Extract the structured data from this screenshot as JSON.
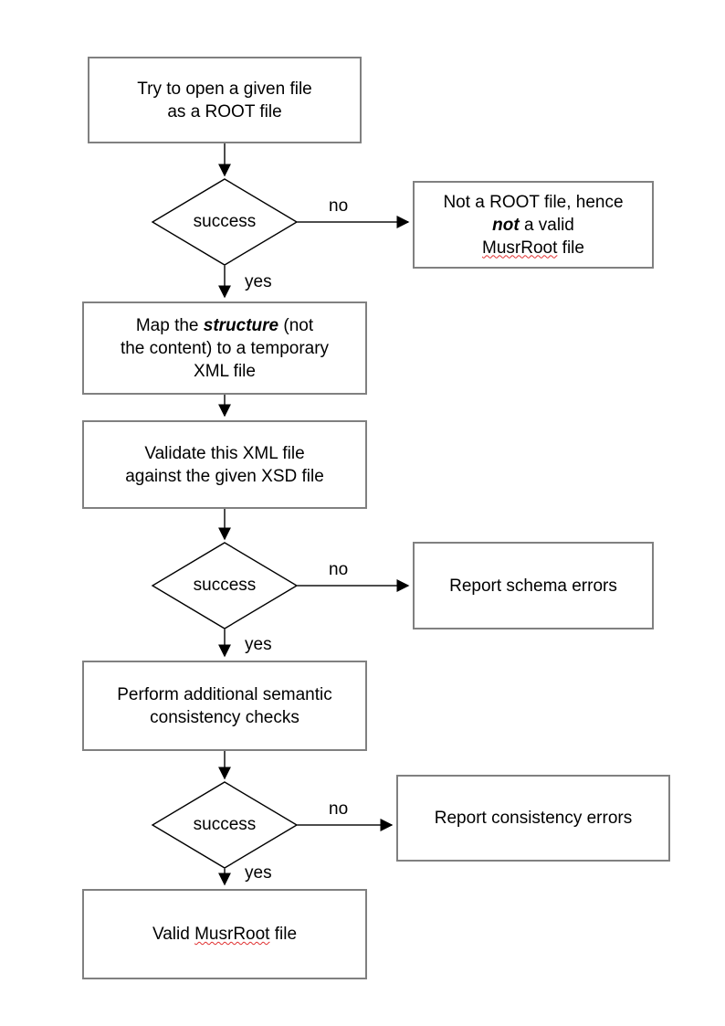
{
  "diagram": {
    "title": "ROOT / MusrRoot file validation flowchart",
    "type": "flowchart",
    "background_color": "#ffffff",
    "box_border_color": "#808080",
    "connector_color": "#4d4d4d",
    "decision_border_color": "#000000",
    "text_color": "#000000",
    "spellcheck_underline_color": "#e03030"
  },
  "nodes": {
    "open_file": {
      "shape": "process",
      "line1": "Try to open a given file",
      "line2": "as a ROOT file"
    },
    "decision_open": {
      "shape": "decision",
      "label": "success"
    },
    "not_root": {
      "shape": "process",
      "line1": "Not a ROOT file, hence",
      "line2_emph": "not",
      "line2_rest": " a valid",
      "line3_misspelled": "MusrRoot",
      "line3_rest": " file"
    },
    "map_structure": {
      "shape": "process",
      "line1_a": "Map the ",
      "line1_emph": "structure",
      "line1_b": " (not",
      "line2": "the content) to a temporary",
      "line3": "XML file"
    },
    "validate_xml": {
      "shape": "process",
      "line1": "Validate this XML file",
      "line2": "against the given XSD file"
    },
    "decision_schema": {
      "shape": "decision",
      "label": "success"
    },
    "report_schema": {
      "shape": "process",
      "line1": "Report schema errors"
    },
    "semantic_checks": {
      "shape": "process",
      "line1": "Perform additional semantic",
      "line2": "consistency checks"
    },
    "decision_consistency": {
      "shape": "decision",
      "label": "success"
    },
    "report_consistency": {
      "shape": "process",
      "line1": "Report consistency errors"
    },
    "valid_file": {
      "shape": "process",
      "line1_misspelled": "MusrRoot",
      "line1_pre": "Valid ",
      "line1_post": " file"
    }
  },
  "edges": {
    "open_to_decision": {
      "label": ""
    },
    "decision_open_no": {
      "label": "no"
    },
    "decision_open_yes": {
      "label": "yes"
    },
    "map_to_validate": {
      "label": ""
    },
    "validate_to_decision": {
      "label": ""
    },
    "decision_schema_no": {
      "label": "no"
    },
    "decision_schema_yes": {
      "label": "yes"
    },
    "semantic_to_decision": {
      "label": ""
    },
    "decision_consistency_no": {
      "label": "no"
    },
    "decision_consistency_yes": {
      "label": "yes"
    }
  }
}
